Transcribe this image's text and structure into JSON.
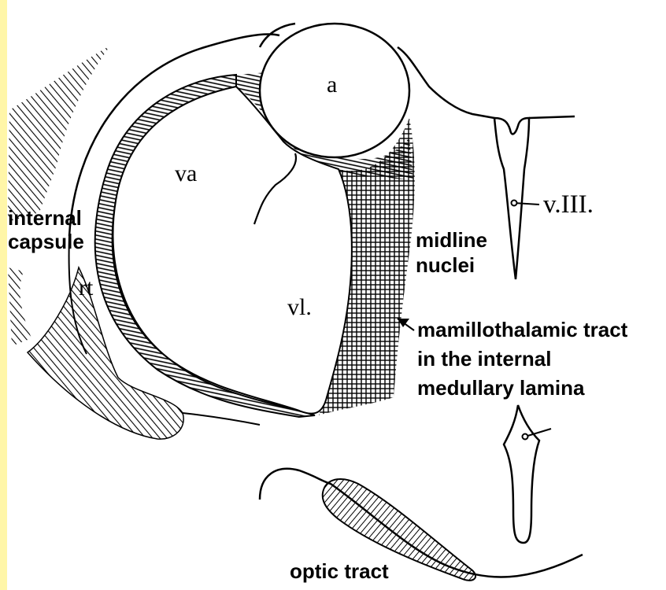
{
  "diagram": {
    "nuclei": {
      "anterior": "a",
      "ventral_anterior": "va",
      "ventral_lateral": "vl.",
      "reticular": "rt"
    },
    "ventricle": "v.III.",
    "labels": {
      "internal_capsule": [
        "internal",
        "capsule"
      ],
      "midline_nuclei": [
        "midline",
        "nuclei"
      ],
      "mamillothalamic_tract": [
        "mamillothalamic tract",
        "in the internal",
        "medullary lamina"
      ],
      "optic_tract": "optic tract"
    },
    "colors": {
      "ink": "#000000",
      "paper": "#ffffff",
      "border": "#fff6a8"
    }
  }
}
